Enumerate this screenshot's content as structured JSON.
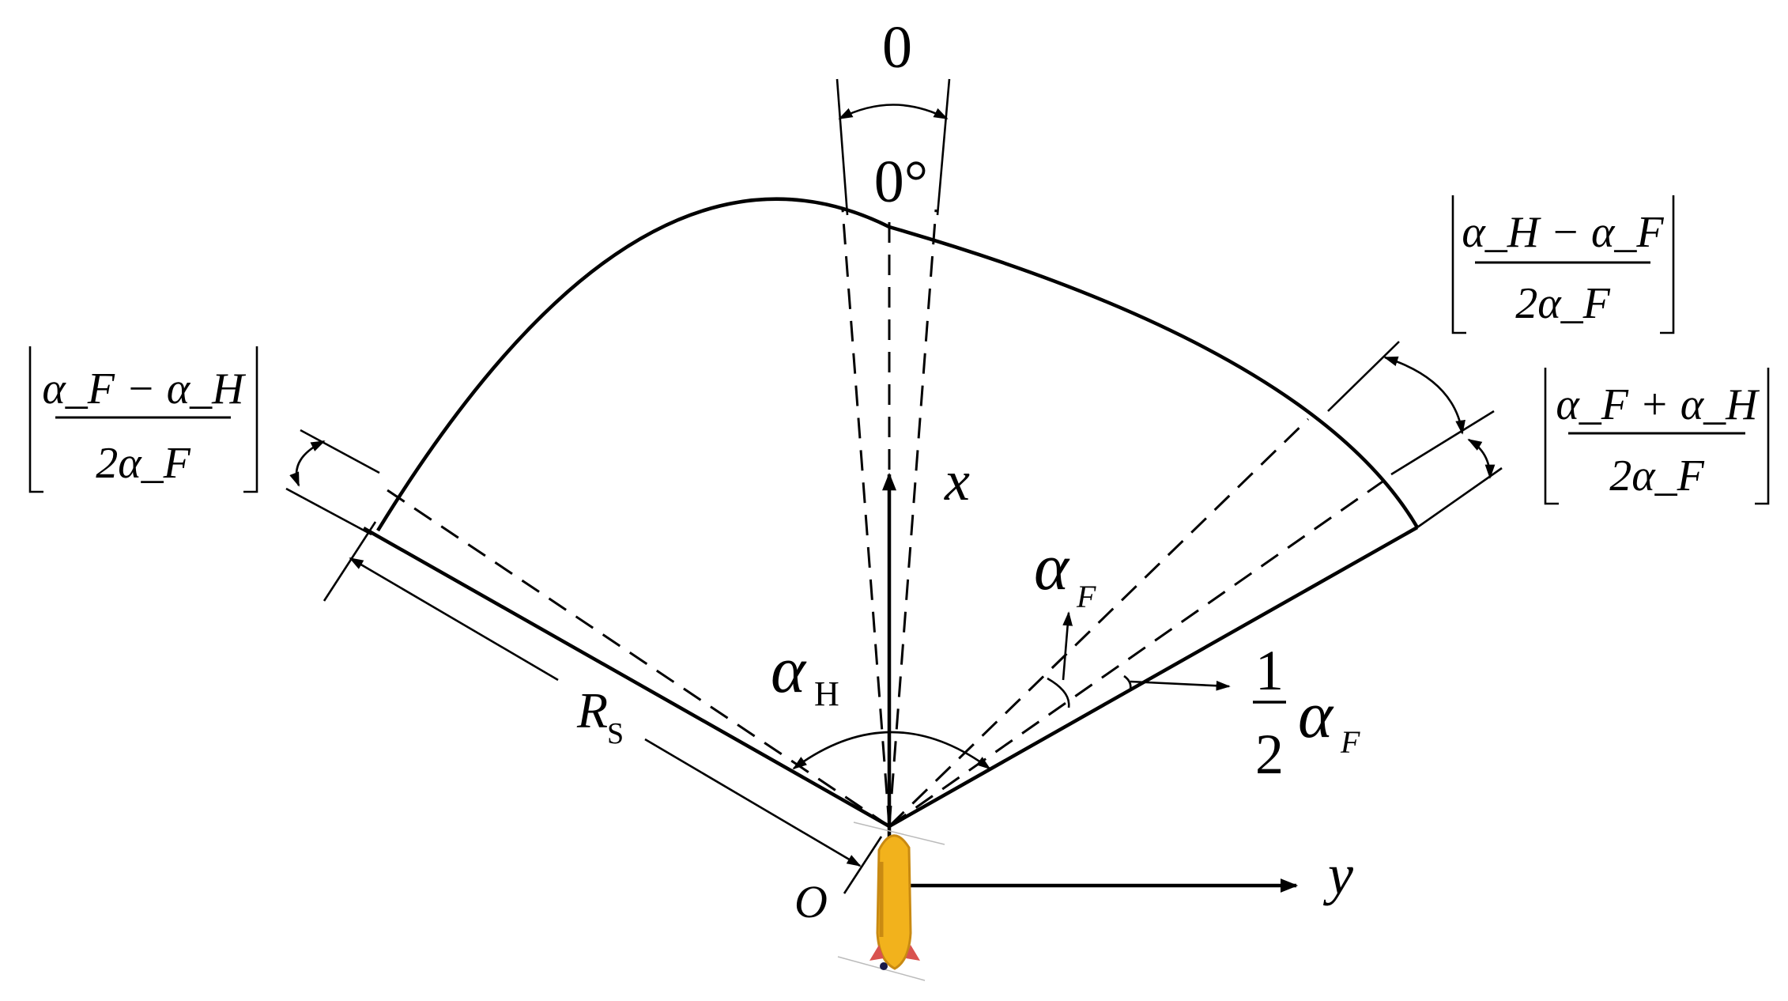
{
  "labels": {
    "top_zero": "0",
    "zero_degree": "0°",
    "axis_x": "x",
    "axis_y": "y",
    "origin": "O",
    "radius": "R",
    "radius_sub": "S",
    "alpha": "α",
    "alpha_h_sub": "H",
    "alpha_f_sub": "F",
    "half_num": "1",
    "half_den": "2"
  },
  "formulas": {
    "left_numerator": "α_F − α_H",
    "left_denominator": "2α_F",
    "right_upper_numerator": "α_H − α_F",
    "right_upper_denominator": "2α_F",
    "right_lower_numerator": "α_F + α_H",
    "right_lower_denominator": "2α_F"
  },
  "colors": {
    "ink": "#000000",
    "vehicle_body": "#f2b21c",
    "vehicle_shade": "#c98a12"
  }
}
